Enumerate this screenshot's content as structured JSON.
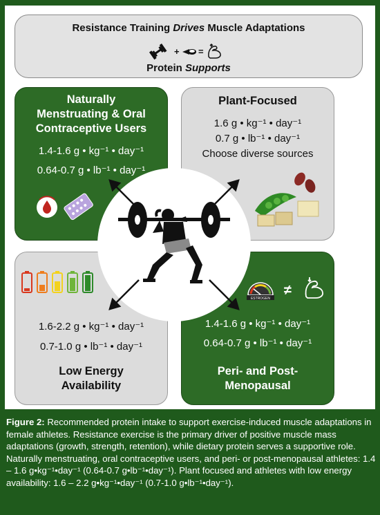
{
  "top": {
    "title_prefix": "Resistance Training ",
    "title_emph": "Drives",
    "title_suffix": " Muscle Adaptations",
    "op_plus": "+",
    "op_equals": "=",
    "sub_prefix": "Protein ",
    "sub_emph": "Supports"
  },
  "quadrants": {
    "tl": {
      "heading": [
        "Naturally",
        "Menstruating & Oral",
        "Contraceptive Users"
      ],
      "doses": [
        "1.4-1.6 g • kg⁻¹ • day⁻¹",
        "0.64-0.7 g • lb⁻¹ • day⁻¹"
      ]
    },
    "tr": {
      "heading": [
        "Plant-Focused"
      ],
      "doses": [
        "1.6 g • kg⁻¹ • day⁻¹",
        "0.7 g • lb⁻¹ • day⁻¹",
        "Choose diverse sources"
      ]
    },
    "bl": {
      "heading": [
        "Low Energy",
        "Availability"
      ],
      "doses": [
        "1.6-2.2 g • kg⁻¹ • day⁻¹",
        "0.7-1.0 g • lb⁻¹ • day⁻¹"
      ]
    },
    "br": {
      "heading": [
        "Peri- and Post-",
        "Menopausal"
      ],
      "doses": [
        "1.4-1.6 g • kg⁻¹ • day⁻¹",
        "0.64-0.7 g • lb⁻¹ • day⁻¹"
      ],
      "gauge_label": "ESTROGEN",
      "not_equal": "≠"
    }
  },
  "caption": {
    "label": "Figure 2:",
    "text": " Recommended protein intake to support exercise-induced muscle adaptations in female athletes. Resistance exercise is the primary driver of positive muscle mass adaptations (growth, strength, retention), while dietary protein serves a supportive role. Naturally menstruating, oral contraceptive users, and peri- or post-menopausal athletes: 1.4 – 1.6 g•kg⁻¹•day⁻¹ (0.64-0.7 g•lb⁻¹•day⁻¹). Plant focused and athletes with low energy availability: 1.6 – 2.2 g•kg⁻¹•day⁻¹  (0.7-1.0 g•lb⁻¹•day⁻¹)."
  },
  "colors": {
    "background": "#1f5a1c",
    "green_panel": "#2d6b26",
    "grey_panel": "#dcdcdc"
  }
}
